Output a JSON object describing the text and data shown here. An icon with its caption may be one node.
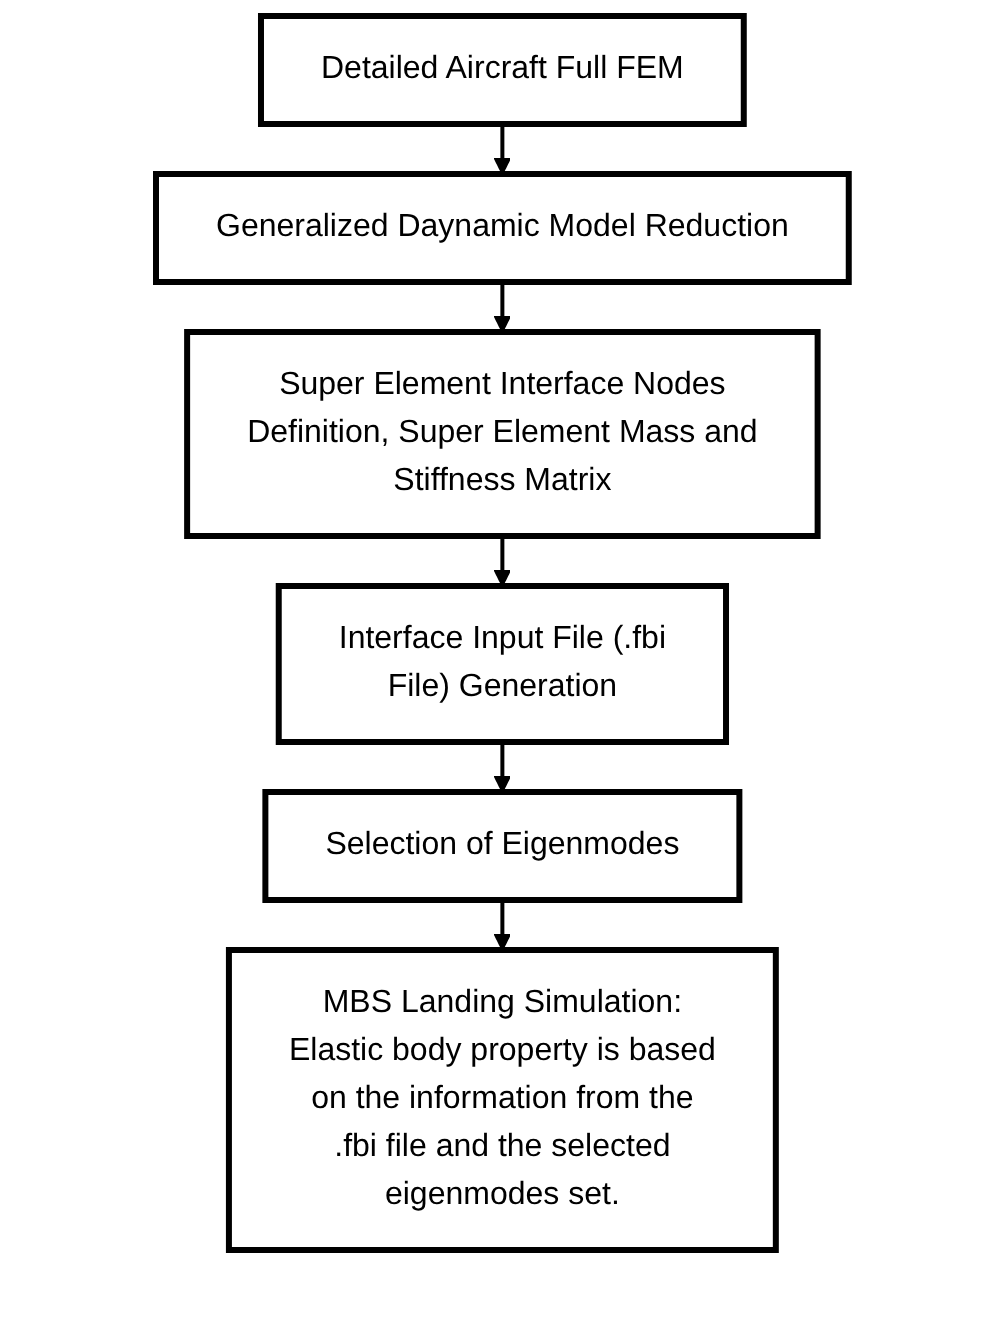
{
  "diagram": {
    "nodes": [
      {
        "text": [
          "Detailed Aircraft Full FEM"
        ]
      },
      {
        "text": [
          "Generalized Daynamic Model Reduction"
        ]
      },
      {
        "text": [
          "Super Element Interface Nodes Definition, Super Element Mass and Stiffness Matrix"
        ]
      },
      {
        "text": [
          "Interface Input File (.fbi File) Generation"
        ]
      },
      {
        "text": [
          "Selection of Eigenmodes"
        ]
      },
      {
        "text": [
          "MBS Landing Simulation: Elastic body property is based on the information from the .fbi file and the selected eigenmodes set."
        ]
      }
    ],
    "edges": [
      {
        "from": 0,
        "to": 1,
        "arrow": "to"
      },
      {
        "from": 1,
        "to": 2,
        "arrow": "to"
      },
      {
        "from": 2,
        "to": 3,
        "arrow": "to"
      },
      {
        "from": 3,
        "to": 4,
        "arrow": "to"
      },
      {
        "from": 4,
        "to": 5,
        "arrow": "to"
      }
    ]
  }
}
